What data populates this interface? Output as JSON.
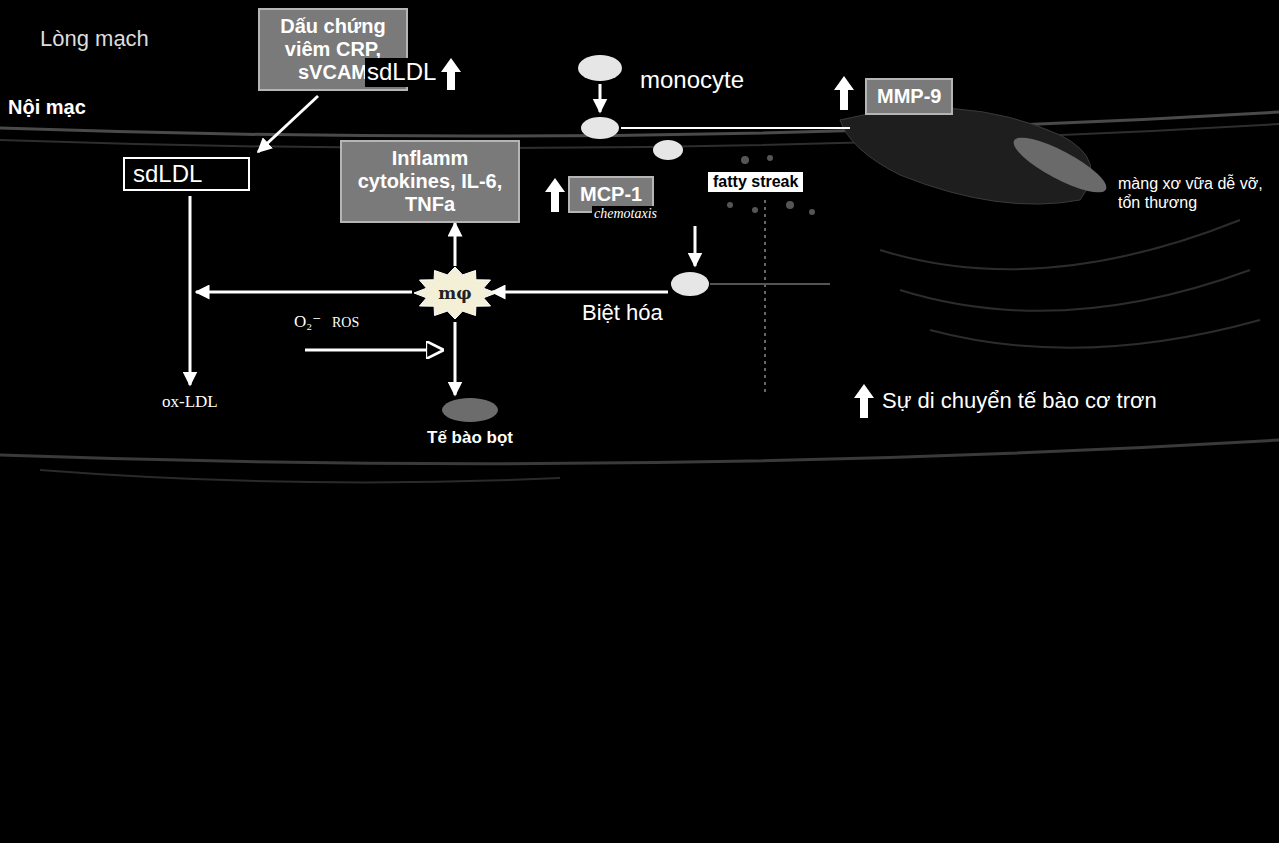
{
  "diagram": {
    "nodes": [
      {
        "text": [
          "Dấu chứng viêm CRP, sVCAM"
        ]
      },
      {
        "text": [
          "MMP-9"
        ]
      },
      {
        "text": [
          "Inflamm cytokines, IL-6, TNFa"
        ]
      },
      {
        "text": [
          "sdLDL"
        ]
      },
      {
        "text": [
          "MCP-1"
        ]
      },
      {
        "text": [
          "fatty streak"
        ]
      },
      {
        "text": [
          "mφ"
        ]
      }
    ],
    "edges": [
      {
        "from": 6,
        "to": 2,
        "arrow": "to"
      }
    ],
    "labels": [
      "Lòng mạch",
      "sdLDL",
      "monocyte",
      "Nội mạc",
      "chemotaxis",
      "màng xơ vữa dễ vỡ, tổn thương",
      "Biệt hóa",
      "O₂⁻",
      "ROS",
      "ox-LDL",
      "Tế bào bọt",
      "Sự di chuyển tế bào cơ trơn"
    ]
  }
}
